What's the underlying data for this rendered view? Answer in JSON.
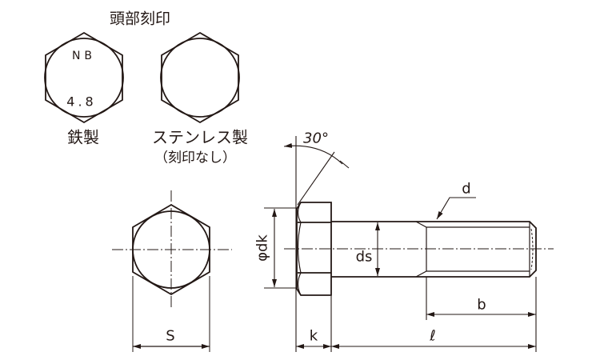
{
  "header": {
    "title": "頭部刻印"
  },
  "markings": [
    {
      "line1": "NB",
      "line2": "4.8",
      "caption": "鉄製"
    },
    {
      "caption": "ステンレス製",
      "note": "（刻印なし）"
    }
  ],
  "dimensions": {
    "angle": "30°",
    "dk": "φdk",
    "ds": "ds",
    "d": "d",
    "b": "b",
    "l": "ℓ",
    "k": "k",
    "s": "S"
  },
  "colors": {
    "line": "#231815"
  }
}
